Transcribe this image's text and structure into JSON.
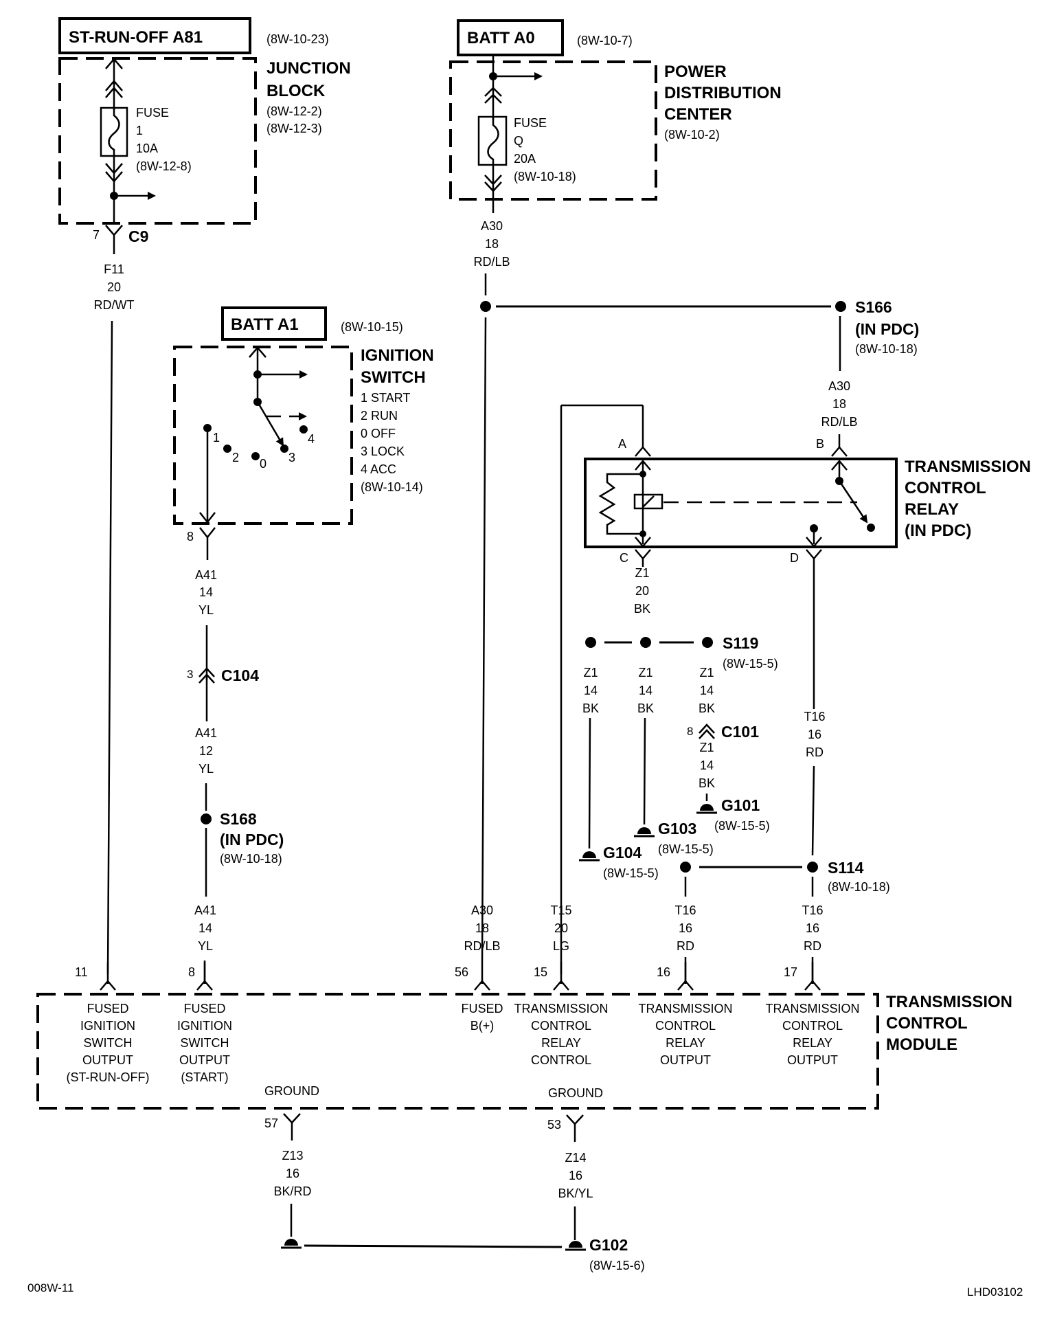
{
  "title_blocks": {
    "st_run_off": {
      "label": "ST-RUN-OFF A81",
      "ref": "(8W-10-23)"
    },
    "batt_a0": {
      "label": "BATT A0",
      "ref": "(8W-10-7)"
    },
    "batt_a1": {
      "label": "BATT A1",
      "ref": "(8W-10-15)"
    }
  },
  "junction_block": {
    "name_line1": "JUNCTION",
    "name_line2": "BLOCK",
    "ref1": "(8W-12-2)",
    "ref2": "(8W-12-3)",
    "fuse": {
      "label": "FUSE",
      "number": "1",
      "rating": "10A",
      "ref": "(8W-12-8)"
    },
    "connector": {
      "pin": "7",
      "name": "C9"
    }
  },
  "pdc": {
    "name_line1": "POWER",
    "name_line2": "DISTRIBUTION",
    "name_line3": "CENTER",
    "ref": "(8W-10-2)",
    "fuse": {
      "label": "FUSE",
      "number": "Q",
      "rating": "20A",
      "ref": "(8W-10-18)"
    }
  },
  "ignition_switch": {
    "name_line1": "IGNITION",
    "name_line2": "SWITCH",
    "positions": [
      "1 START",
      "2 RUN",
      "0 OFF",
      "3 LOCK",
      "4 ACC"
    ],
    "ref": "(8W-10-14)",
    "contacts": [
      "1",
      "2",
      "0",
      "3",
      "4"
    ],
    "pin": "8"
  },
  "wires": {
    "f11": {
      "circuit": "F11",
      "gauge": "20",
      "color": "RD/WT"
    },
    "a41_top": {
      "circuit": "A41",
      "gauge": "14",
      "color": "YL"
    },
    "a41_mid": {
      "circuit": "A41",
      "gauge": "12",
      "color": "YL"
    },
    "a41_bot": {
      "circuit": "A41",
      "gauge": "14",
      "color": "YL"
    },
    "a30_top": {
      "circuit": "A30",
      "gauge": "18",
      "color": "RD/LB"
    },
    "a30_relay": {
      "circuit": "A30",
      "gauge": "18",
      "color": "RD/LB"
    },
    "a30_bot": {
      "circuit": "A30",
      "gauge": "18",
      "color": "RD/LB"
    },
    "z1_relay": {
      "circuit": "Z1",
      "gauge": "20",
      "color": "BK"
    },
    "z1_left": {
      "circuit": "Z1",
      "gauge": "14",
      "color": "BK"
    },
    "z1_mid": {
      "circuit": "Z1",
      "gauge": "14",
      "color": "BK"
    },
    "z1_right": {
      "circuit": "Z1",
      "gauge": "14",
      "color": "BK"
    },
    "z1_c101": {
      "circuit": "Z1",
      "gauge": "14",
      "color": "BK"
    },
    "t16_relay": {
      "circuit": "T16",
      "gauge": "16",
      "color": "RD"
    },
    "t15": {
      "circuit": "T15",
      "gauge": "20",
      "color": "LG"
    },
    "t16_a": {
      "circuit": "T16",
      "gauge": "16",
      "color": "RD"
    },
    "t16_b": {
      "circuit": "T16",
      "gauge": "16",
      "color": "RD"
    },
    "z13": {
      "circuit": "Z13",
      "gauge": "16",
      "color": "BK/RD"
    },
    "z14": {
      "circuit": "Z14",
      "gauge": "16",
      "color": "BK/YL"
    }
  },
  "connectors": {
    "c104": {
      "pin": "3",
      "name": "C104"
    },
    "c101": {
      "pin": "8",
      "name": "C101"
    }
  },
  "splices": {
    "s166": {
      "name": "S166",
      "note": "(IN PDC)",
      "ref": "(8W-10-18)"
    },
    "s168": {
      "name": "S168",
      "note": "(IN PDC)",
      "ref": "(8W-10-18)"
    },
    "s119": {
      "name": "S119",
      "ref": "(8W-15-5)"
    },
    "s114": {
      "name": "S114",
      "ref": "(8W-10-18)"
    }
  },
  "grounds": {
    "g101": {
      "name": "G101",
      "ref": "(8W-15-5)"
    },
    "g103": {
      "name": "G103",
      "ref": "(8W-15-5)"
    },
    "g104": {
      "name": "G104",
      "ref": "(8W-15-5)"
    },
    "g102": {
      "name": "G102",
      "ref": "(8W-15-6)"
    }
  },
  "relay": {
    "name_line1": "TRANSMISSION",
    "name_line2": "CONTROL",
    "name_line3": "RELAY",
    "name_line4": "(IN PDC)",
    "pins": {
      "a": "A",
      "b": "B",
      "c": "C",
      "d": "D"
    }
  },
  "tcm": {
    "name_line1": "TRANSMISSION",
    "name_line2": "CONTROL",
    "name_line3": "MODULE",
    "pins": [
      {
        "num": "11",
        "lines": [
          "FUSED",
          "IGNITION",
          "SWITCH",
          "OUTPUT",
          "(ST-RUN-OFF)"
        ]
      },
      {
        "num": "8",
        "lines": [
          "FUSED",
          "IGNITION",
          "SWITCH",
          "OUTPUT",
          "(START)"
        ]
      },
      {
        "num": "56",
        "lines": [
          "FUSED",
          "B(+)"
        ]
      },
      {
        "num": "15",
        "lines": [
          "TRANSMISSION",
          "CONTROL",
          "RELAY",
          "CONTROL"
        ]
      },
      {
        "num": "16",
        "lines": [
          "TRANSMISSION",
          "CONTROL",
          "RELAY",
          "OUTPUT"
        ]
      },
      {
        "num": "17",
        "lines": [
          "TRANSMISSION",
          "CONTROL",
          "RELAY",
          "OUTPUT"
        ]
      }
    ],
    "ground_pins": [
      {
        "num": "57",
        "label": "GROUND"
      },
      {
        "num": "53",
        "label": "GROUND"
      }
    ]
  },
  "footer": {
    "left": "008W-11",
    "right": "LHD03102"
  }
}
